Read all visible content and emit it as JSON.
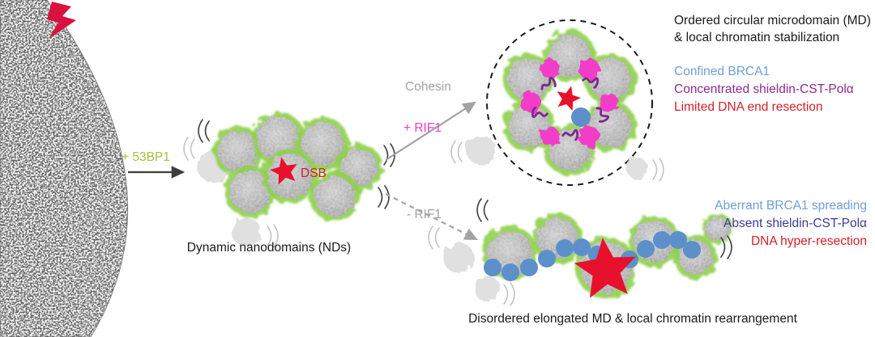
{
  "figure": {
    "stage1": {
      "arrow_label": "+ 53BP1"
    },
    "stage2": {
      "dsb_label": "DSB",
      "caption": "Dynamic nanodomains (NDs)"
    },
    "branches": {
      "cohesin": "Cohesin",
      "plus_rif1": "+ RIF1",
      "minus_rif1": "- RIF1"
    },
    "ordered": {
      "title_line1": "Ordered circular microdomain (MD)",
      "title_line2": "& local chromatin stabilization",
      "brca1": "Confined BRCA1",
      "shieldin": "Concentrated shieldin-CST-Polα",
      "resection": "Limited DNA end resection"
    },
    "disordered": {
      "brca1": "Aberrant BRCA1 spreading",
      "shieldin": "Absent shieldin-CST-Polα",
      "resection": "DNA hyper-resection",
      "caption": "Disordered elongated MD & local chromatin rearrangement"
    },
    "colors": {
      "label_53bp1_green": "#a6c23c",
      "nd_green": "#8fd04e",
      "label_gray": "#a3a3a3",
      "rif1_magenta": "#ee3ec8",
      "brca1_blue": "#6f9fd8",
      "brca1_fill_blue": "#5d8fcb",
      "shieldin_purple": "#8c2b8c",
      "shieldin_navy": "#3c3c8f",
      "resection_red": "#d4202c",
      "star_red": "#e8112d",
      "text_black": "#1a1a1a"
    }
  }
}
